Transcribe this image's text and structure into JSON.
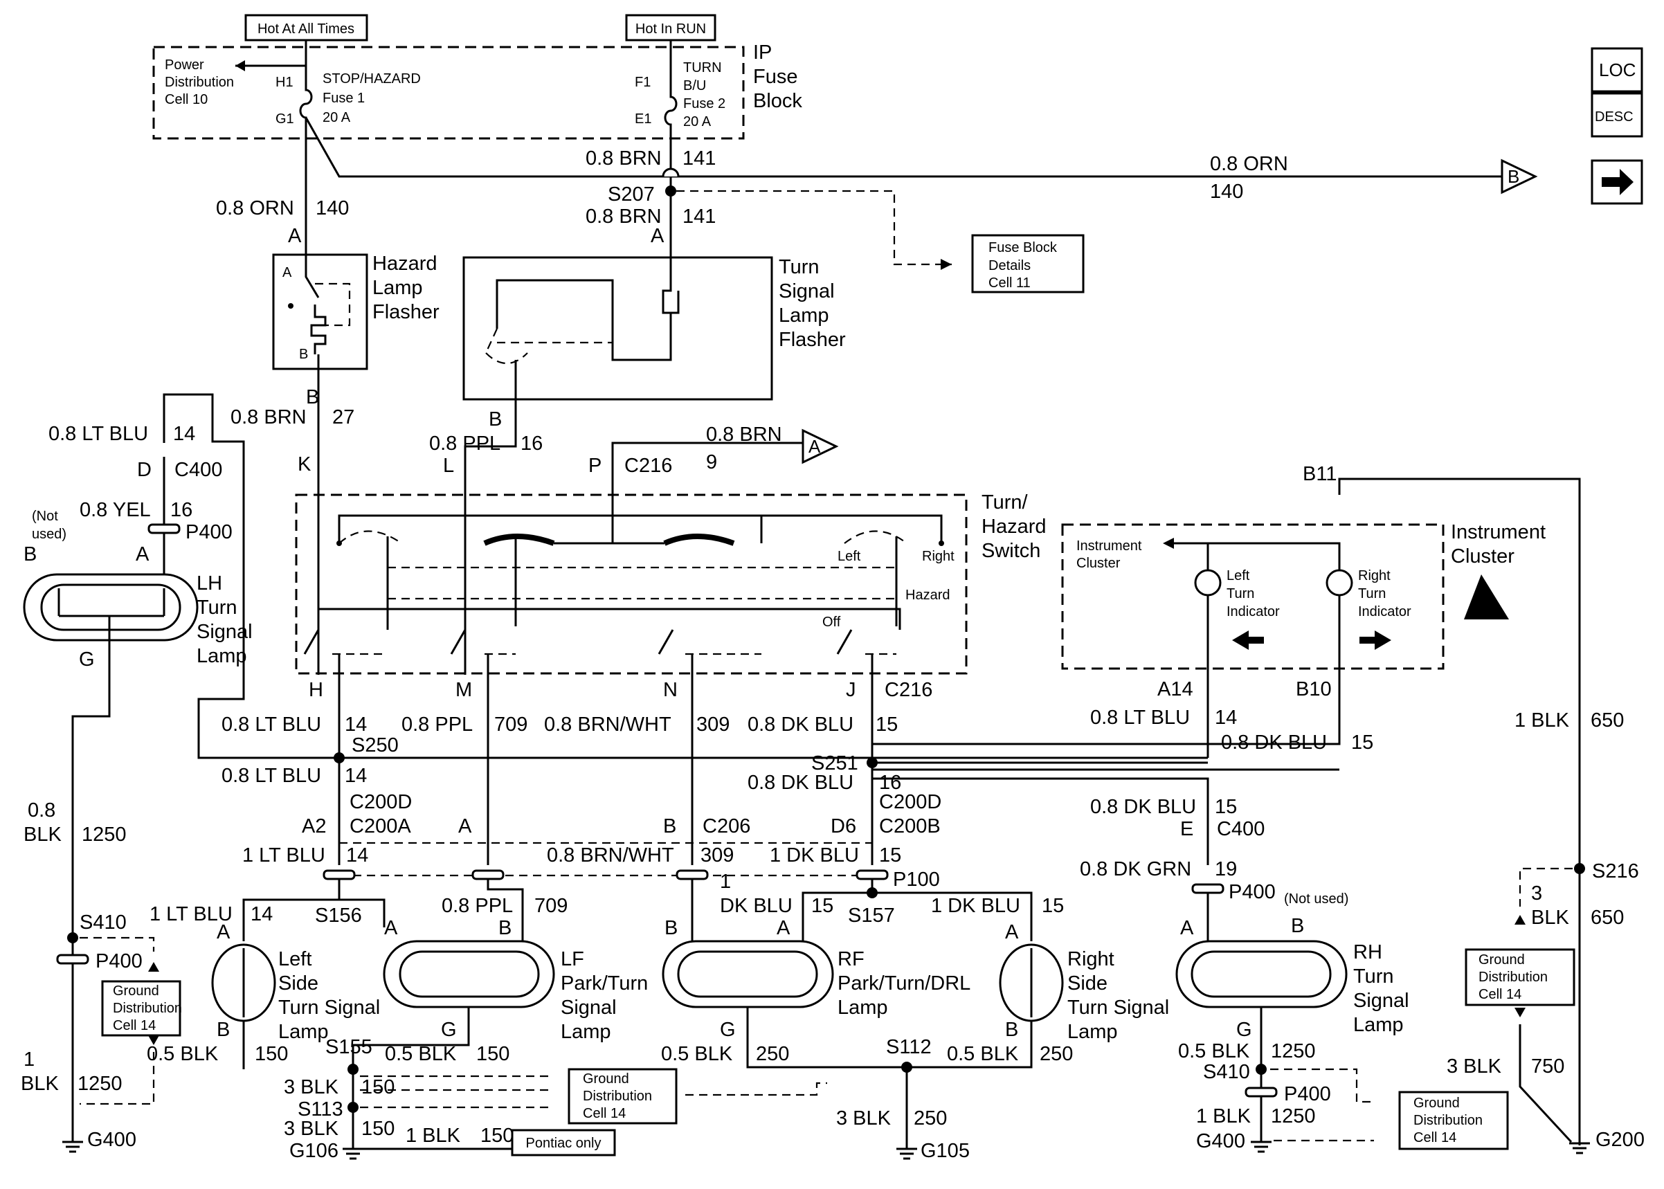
{
  "title_boxes": {
    "hot_all": "Hot At All Times",
    "hot_run": "Hot In RUN",
    "pontiac": "Pontiac only"
  },
  "fuse_block": {
    "label": [
      "IP",
      "Fuse",
      "Block"
    ],
    "power_dist": [
      "Power",
      "Distribution",
      "Cell 10"
    ],
    "h1": "H1",
    "g1": "G1",
    "f1": "F1",
    "e1": "E1",
    "fuse1": [
      "STOP/HAZARD",
      "Fuse 1",
      "20 A"
    ],
    "fuse2": [
      "TURN",
      "B/U",
      "Fuse 2",
      "20 A"
    ]
  },
  "nav": {
    "loc": "LOC",
    "desc": "DESC"
  },
  "top": {
    "w141a": "0.8 BRN",
    "n141a": "141",
    "s207": "S207",
    "w141b": "0.8 BRN",
    "n141b": "141",
    "w_orn_r": "0.8 ORN",
    "n140_r": "140",
    "b_ref": "B",
    "w140": "0.8 ORN",
    "n140": "140",
    "fbd": [
      "Fuse Block",
      "Details",
      "Cell 11"
    ]
  },
  "flashers": {
    "hazard": [
      "Hazard",
      "Lamp",
      "Flasher"
    ],
    "turn": [
      "Turn",
      "Signal",
      "Lamp",
      "Flasher"
    ],
    "A": "A",
    "B": "B"
  },
  "switch": {
    "label": [
      "Turn/",
      "Hazard",
      "Switch"
    ],
    "left": "Left",
    "right": "Right",
    "hazard": "Hazard",
    "off": "Off",
    "K": "K",
    "L": "L",
    "P": "P",
    "C216": "C216",
    "H": "H",
    "M": "M",
    "N": "N",
    "J": "J",
    "C216b": "C216",
    "w27": "0.8 BRN",
    "n27": "27",
    "w16": "0.8 PPL",
    "n16": "16",
    "w9": "0.8 BRN",
    "n9": "9",
    "a_ref": "A"
  },
  "cluster": {
    "label": [
      "Instrument",
      "Cluster"
    ],
    "inner": [
      "Instrument",
      "Cluster"
    ],
    "left": [
      "Left",
      "Turn",
      "Indicator"
    ],
    "right": [
      "Right",
      "Turn",
      "Indicator"
    ],
    "b11": "B11",
    "a14": "A14",
    "b10": "B10",
    "w14": "0.8 LT BLU",
    "n14": "14",
    "w15": "0.8 DK BLU",
    "n15": "15"
  },
  "lh": {
    "label": [
      "LH",
      "Turn",
      "Signal",
      "Lamp"
    ],
    "not_used": [
      "(Not",
      "used)"
    ],
    "B": "B",
    "A": "A",
    "G": "G",
    "w14": "0.8 LT BLU",
    "n14": "14",
    "D": "D",
    "c400": "C400",
    "w16": "0.8 YEL",
    "n16": "16",
    "p400": "P400",
    "w1250": [
      "0.8",
      "BLK"
    ],
    "n1250": "1250",
    "s410": "S410",
    "p400b": "P400",
    "gd": [
      "Ground",
      "Distribution",
      "Cell 14"
    ],
    "w1250b": [
      "1",
      "BLK"
    ],
    "n1250b": "1250",
    "g400": "G400"
  },
  "mid": {
    "w14": "0.8 LT BLU",
    "n14": "14",
    "s250": "S250",
    "w709": "0.8 PPL",
    "n709": "709",
    "w309": "0.8 BRN/WHT",
    "n309": "309",
    "w15": "0.8 DK BLU",
    "n15": "15",
    "w14b": "0.8 LT BLU",
    "n14b": "14",
    "c200d": "C200D",
    "c200a": "C200A",
    "s251": "S251",
    "w16b": "0.8 DK BLU",
    "n16b": "16",
    "c200d2": "C200D",
    "c200b": "C200B",
    "a2": "A2",
    "a": "A",
    "b": "B",
    "c206": "C206",
    "d6": "D6",
    "w1ltblu": "1 LT BLU",
    "n14c": "14",
    "w309b": "0.8 BRN/WHT",
    "n309b": "309",
    "w1dkblu": "1 DK BLU",
    "n15b": "15",
    "p100": "P100",
    "w15c": "0.8 DK BLU",
    "n15c": "15",
    "e": "E",
    "c400": "C400",
    "wgrn": "0.8 DK GRN",
    "n19": "19",
    "p400": "P400",
    "not_used": "(Not used)",
    "w650": "1 BLK",
    "n650": "650",
    "s216": "S216",
    "w650b": [
      "3",
      "BLK"
    ],
    "n650b": "650",
    "gd200": [
      "Ground",
      "Distribution",
      "Cell 14"
    ],
    "w750": "3 BLK",
    "n750": "750",
    "g200": "G200"
  },
  "lamps": {
    "ls": {
      "label": [
        "Left",
        "Side",
        "Turn Signal",
        "Lamp"
      ],
      "w": "1 LT BLU",
      "n": "14",
      "s": "S156",
      "A": "A",
      "B": "B"
    },
    "lf": {
      "label": [
        "LF",
        "Park/Turn",
        "Signal",
        "Lamp"
      ],
      "w": "0.8 PPL",
      "n": "709",
      "A": "A",
      "B": "B",
      "G": "G"
    },
    "rf": {
      "label": [
        "RF",
        "Park/Turn/DRL",
        "Lamp"
      ],
      "w": [
        "1",
        "DK BLU"
      ],
      "n": "15",
      "s": "S157",
      "B": "B",
      "A": "A",
      "G": "G"
    },
    "rs": {
      "label": [
        "Right",
        "Side",
        "Turn Signal",
        "Lamp"
      ],
      "w": "1 DK BLU",
      "n": "15",
      "A": "A",
      "B": "B"
    },
    "rh": {
      "label": [
        "RH",
        "Turn",
        "Signal",
        "Lamp"
      ],
      "A": "A",
      "B": "B",
      "G": "G"
    }
  },
  "bottom": {
    "w150a": "0.5 BLK",
    "n150a": "150",
    "s155": "S155",
    "w150b": "0.5 BLK",
    "n150b": "150",
    "w150c": "3 BLK",
    "n150c": "150",
    "s113": "S113",
    "w150d": "3 BLK",
    "n150d": "150",
    "g106": "G106",
    "w150e": "1 BLK",
    "n150e": "150",
    "gd106": [
      "Ground",
      "Distribution",
      "Cell 14"
    ],
    "w250a": "0.5 BLK",
    "n250a": "250",
    "s112": "S112",
    "w250b": "0.5 BLK",
    "n250b": "250",
    "w250c": "3 BLK",
    "n250c": "250",
    "g105": "G105",
    "w1250a": "0.5 BLK",
    "n1250a": "1250",
    "s410": "S410",
    "p400": "P400",
    "w1250b": "1 BLK",
    "n1250b": "1250",
    "g400": "G400",
    "gd400": [
      "Ground",
      "Distribution",
      "Cell 14"
    ],
    "w05blk": "0.5 BLK"
  }
}
